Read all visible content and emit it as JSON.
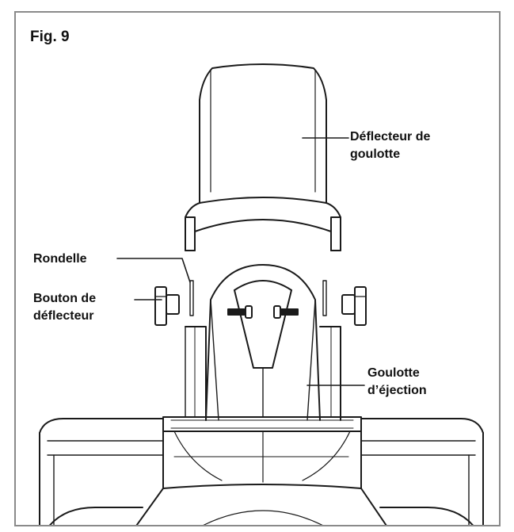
{
  "figure": {
    "title": "Fig. 9"
  },
  "labels": {
    "deflector_line1": "Déflecteur de",
    "deflector_line2": "goulotte",
    "washer": "Rondelle",
    "knob_line1": "Bouton de",
    "knob_line2": "déflecteur",
    "chute_line1": "Goulotte",
    "chute_line2": "d’éjection"
  },
  "colors": {
    "line": "#1a1a1a",
    "frame": "#8a8a8a",
    "text": "#111111"
  }
}
